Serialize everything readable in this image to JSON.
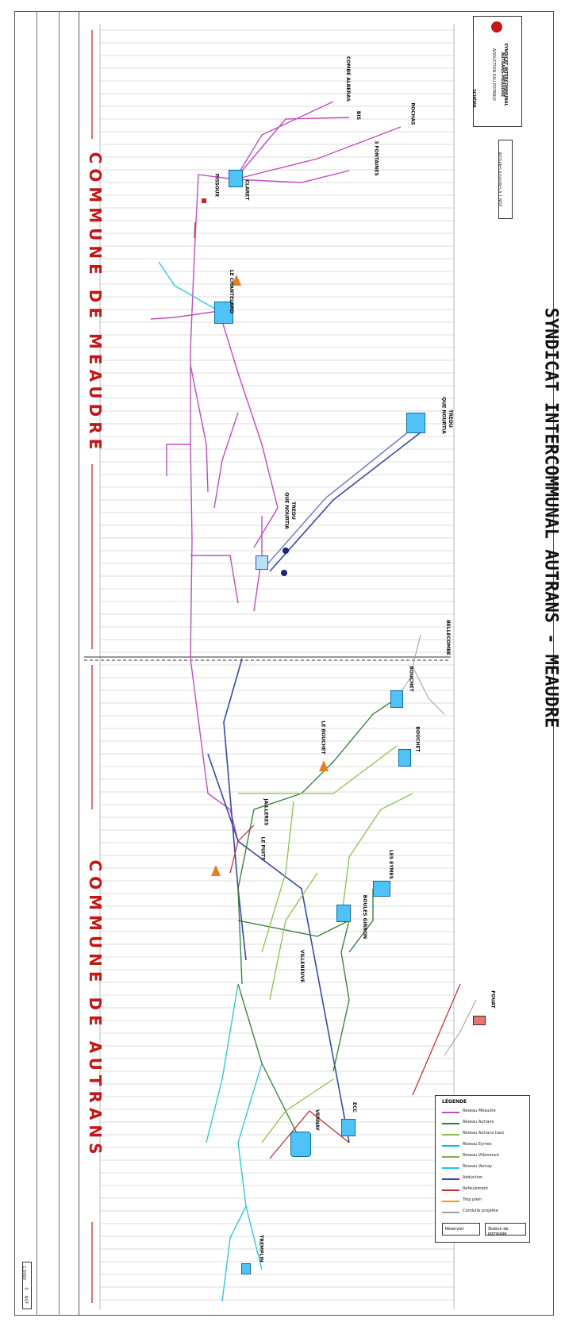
{
  "title": "SYNDICAT INTERCOMMUNAL AUTRANS - MEAUDRE",
  "communes": {
    "meaudre": "COMMUNE DE MEAUDRE",
    "autrans": "COMMUNE DE AUTRANS"
  },
  "cartouche": {
    "line1": "SYNDICAT INTERCOMMUNAL",
    "line2": "AUTRANS-MEAUDRE",
    "line3": "ADDUCTION EAU POTABLE",
    "line4": "SCHÉMA"
  },
  "note_box": "Altitudes arrondies à 1 NGF",
  "sites": {
    "clavet": "CLARET",
    "chateauer": "LE CHANTELARD",
    "tiedu_top": "TREDU",
    "tiedu_top2": "QUE NOURTIA",
    "tiedu_mid": "TREDU",
    "tiedu_mid2": "QUE NOURTIA",
    "source1": "COMBE ALBERAS",
    "source2": "BIS",
    "source3": "ROCHAS",
    "source4": "3 FONTAINES",
    "pissoux": "PISSOUX",
    "bellecombe": "BELLECOMBE",
    "bouchet1": "BOUCHET",
    "bouchet2": "BOUCHET",
    "le_bouchet": "LE BOUCHET",
    "les_eymes": "LES EYMES",
    "le_puits": "LE PUITS",
    "jailleres": "JAILLERES",
    "boucherie": "BOULES GIRRON",
    "villeneuve": "VILLENEUVE",
    "ecc": "ECC",
    "fouat": "FOUAT",
    "vernay": "VERNAY",
    "tremplin": "TREMPLIN"
  },
  "legend_title": "LÉGENDE",
  "legend": [
    {
      "label": "Réseau Méaudre",
      "color": "#c04fc0"
    },
    {
      "label": "Réseau Autrans",
      "color": "#2e7d32"
    },
    {
      "label": "Réseau Autrans haut",
      "color": "#8bc34a"
    },
    {
      "label": "Réseau Eymes",
      "color": "#00bcd4"
    },
    {
      "label": "Réseau Villeneuve",
      "color": "#7cb342"
    },
    {
      "label": "Réseau Vernay",
      "color": "#26c6da"
    },
    {
      "label": "Adduction",
      "color": "#3949ab"
    },
    {
      "label": "Refoulement",
      "color": "#c62828"
    },
    {
      "label": "Trop plein",
      "color": "#ff9800"
    },
    {
      "label": "Conduite projetée",
      "color": "#9e9e9e"
    }
  ],
  "legend_boxes": [
    "Réservoir",
    "Station de pompage"
  ],
  "scale_labels": [
    "1:5000",
    "0",
    "NGF"
  ],
  "colors": {
    "meaudre": "#c04fc0",
    "autrans": "#2e7d32",
    "autrans_light": "#8bc34a",
    "cyan": "#26c6da",
    "blue": "#3949ab",
    "red": "#c62828",
    "commune_red": "#c41717",
    "tank": "#4fc3f7"
  }
}
